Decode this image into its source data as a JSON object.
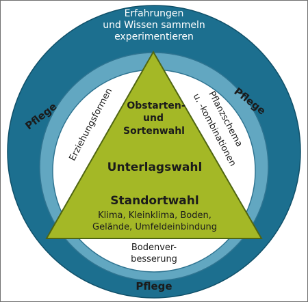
{
  "outer_ring": {
    "top_line1": "Erfahrungen",
    "top_line2": "und Wissen sammeln",
    "top_line3": "experimentieren",
    "left_label": "Pflege",
    "right_label": "Pflege",
    "bottom_label": "Pflege"
  },
  "middle_ring": {
    "left_label": "Erziehungsformen",
    "right_line1": "Pflanzschema",
    "right_line2": "u. -kombinationen",
    "bottom_line1": "Bodenver-",
    "bottom_line2": "besserung"
  },
  "triangle": {
    "top_line1": "Obstarten-",
    "top_line2": "und",
    "top_line3": "Sortenwahl",
    "middle": "Unterlagswahl",
    "bottom_title": "Standortwahl",
    "bottom_line1": "Klima, Kleinklima, Boden,",
    "bottom_line2": "Gelände, Umfeldeinbindung"
  },
  "colors": {
    "outer_ring": "#1c6f8f",
    "middle_ring": "#62a7c1",
    "inner_circle": "#ffffff",
    "triangle": "#a4b826",
    "triangle_border": "#4f6512"
  }
}
